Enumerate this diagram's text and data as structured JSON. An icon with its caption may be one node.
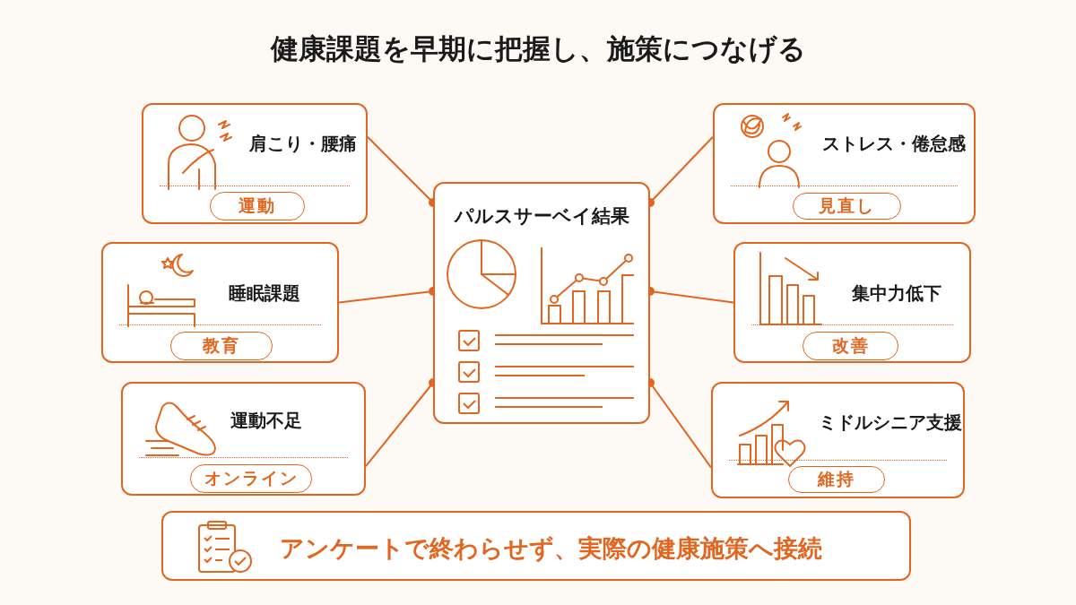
{
  "diagram": {
    "title": "健康課題を早期に把握し、施策につなげる",
    "nodes": [
      {
        "text": [
          "パルスサーベイ結果"
        ]
      },
      {
        "text": [
          "肩こり・腰痛"
        ]
      },
      {
        "text": [
          "運動"
        ],
        "in": 1
      },
      {
        "text": [
          "睡眠課題"
        ]
      },
      {
        "text": [
          "教育"
        ],
        "in": 3
      },
      {
        "text": [
          "運動不足"
        ]
      },
      {
        "text": [
          "オンライン"
        ],
        "in": 5
      },
      {
        "text": [
          "ストレス・倦怠感"
        ]
      },
      {
        "text": [
          "見直し"
        ],
        "in": 7
      },
      {
        "text": [
          "集中力低下"
        ]
      },
      {
        "text": [
          "改善"
        ],
        "in": 9
      },
      {
        "text": [
          "ミドルシニア支援"
        ]
      },
      {
        "text": [
          "維持"
        ],
        "in": 11
      },
      {
        "text": [
          "アンケートで終わらせず、実際の健康施策へ接続"
        ]
      }
    ],
    "edges": [
      {
        "from": 0,
        "to": 1,
        "arrow": "other"
      },
      {
        "from": 0,
        "to": 3,
        "arrow": "other"
      },
      {
        "from": 0,
        "to": 5,
        "arrow": "other"
      },
      {
        "from": 0,
        "to": 7,
        "arrow": "other"
      },
      {
        "from": 0,
        "to": 9,
        "arrow": "other"
      },
      {
        "from": 0,
        "to": 11,
        "arrow": "other"
      }
    ]
  }
}
